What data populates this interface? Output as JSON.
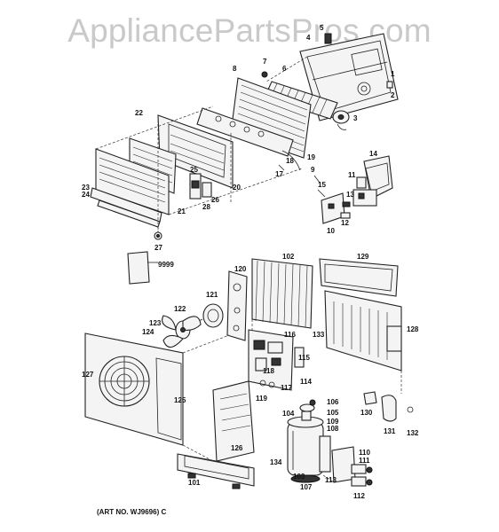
{
  "watermark": "AppliancePartsPros.com",
  "art_number": "(ART NO. WJ9696) C",
  "callouts": {
    "c1": "1",
    "c2": "2",
    "c3": "3",
    "c4": "4",
    "c5": "5",
    "c6": "6",
    "c7": "7",
    "c8": "8",
    "c9": "9",
    "c10": "10",
    "c11": "11",
    "c12": "12",
    "c13": "13",
    "c14": "14",
    "c15": "15",
    "c17": "17",
    "c18": "18",
    "c19": "19",
    "c20": "20",
    "c21": "21",
    "c22": "22",
    "c23": "23",
    "c24": "24",
    "c25": "25",
    "c26": "26",
    "c27": "27",
    "c28": "28",
    "c9999": "9999",
    "c101": "101",
    "c102": "102",
    "c103": "103",
    "c104": "104",
    "c105": "105",
    "c106": "106",
    "c107": "107",
    "c108": "108",
    "c109": "109",
    "c110": "110",
    "c111": "111",
    "c112": "112",
    "c113": "113",
    "c114": "114",
    "c115": "115",
    "c116": "116",
    "c117": "117",
    "c118": "118",
    "c119": "119",
    "c120": "120",
    "c121": "121",
    "c122": "122",
    "c123": "123",
    "c124": "124",
    "c125": "125",
    "c126": "126",
    "c127": "127",
    "c128": "128",
    "c129": "129",
    "c130": "130",
    "c131": "131",
    "c132": "132",
    "c133": "133",
    "c134": "134"
  }
}
